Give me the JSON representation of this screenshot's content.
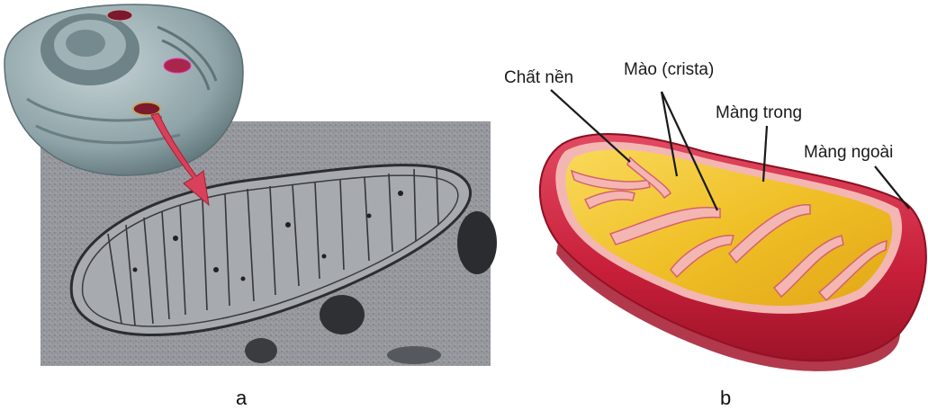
{
  "panels": {
    "a": {
      "letter": "a"
    },
    "b": {
      "letter": "b"
    }
  },
  "labels": {
    "matrix": "Chất nền",
    "cristae": "Mào (crista)",
    "inner_membrane": "Màng trong",
    "outer_membrane": "Màng ngoài"
  },
  "colors": {
    "outer_membrane": "#c8203a",
    "membrane_highlight": "#e8607a",
    "inner_membrane": "#f4b6b2",
    "matrix": "#f2c230",
    "micrograph": "#8e9196",
    "cell": "#7e9aa0",
    "arrow": "#d9405a"
  }
}
